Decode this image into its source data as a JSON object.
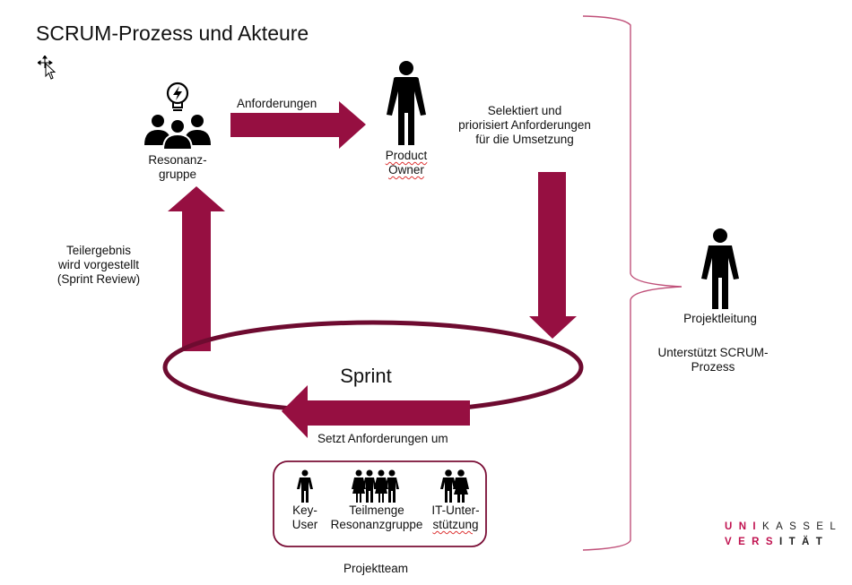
{
  "title": "SCRUM-Prozess und Akteure",
  "colors": {
    "arrow": "#960f41",
    "ellipse": "#6e0b30",
    "brace": "#c0517a",
    "logo_accent": "#c0114f"
  },
  "actors": {
    "resonanzgruppe": {
      "line1": "Resonanz-",
      "line2": "gruppe",
      "icon": "group-with-idea-bulb-icon"
    },
    "product_owner": {
      "line1": "Product",
      "line2": "Owner",
      "icon": "person-icon"
    },
    "projektleitung": {
      "label": "Projektleitung",
      "desc_line1": "Unterstützt SCRUM-",
      "desc_line2": "Prozess",
      "icon": "person-icon"
    }
  },
  "flows": {
    "anforderungen": "Anforderungen",
    "selektiert": [
      "Selektiert und",
      "priorisiert Anforderungen",
      "für die Umsetzung"
    ],
    "teilergebnis": [
      "Teilergebnis",
      "wird vorgestellt",
      "(Sprint Review)"
    ],
    "sprint": "Sprint",
    "setzt_um": "Setzt Anforderungen um"
  },
  "projektteam": {
    "label": "Projektteam",
    "members": [
      {
        "line1": "Key-",
        "line2": "User",
        "icon": "single-person-icon"
      },
      {
        "line1": "Teilmenge",
        "line2": "Resonanzgruppe",
        "icon": "four-people-icon"
      },
      {
        "line1": "IT-Unter-",
        "line2": "stützung",
        "icon": "two-people-icon"
      }
    ]
  },
  "logo": {
    "row1_accent": "UNI",
    "row1_rest": "KASSEL",
    "row2": "VERSITÄT"
  }
}
